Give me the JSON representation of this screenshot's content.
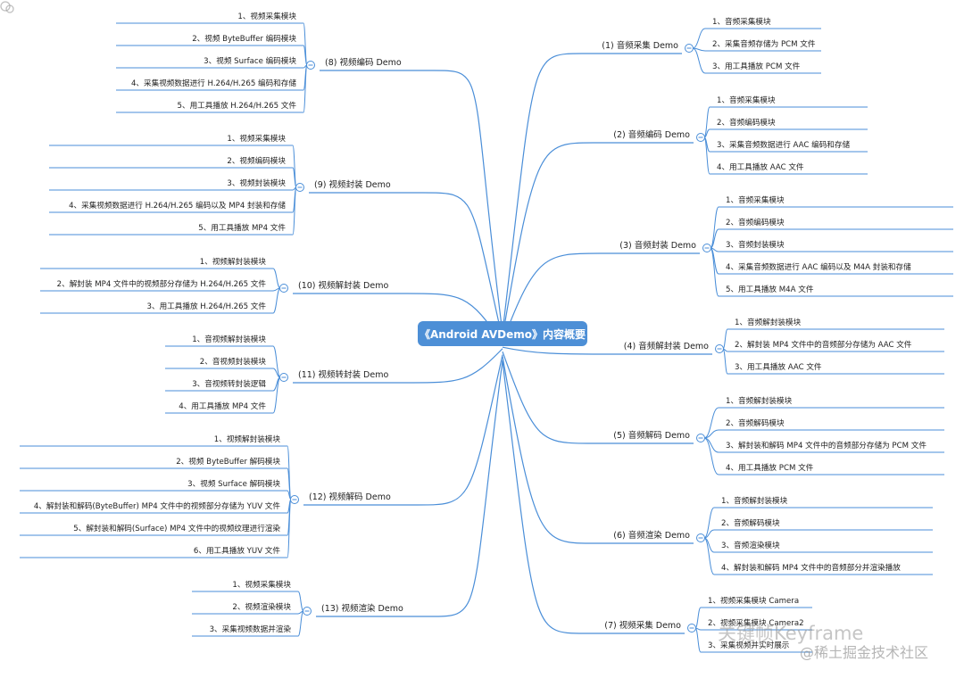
{
  "root": {
    "title": "《Android AVDemo》内容概要"
  },
  "branches": [
    {
      "title": "(1) 音频采集 Demo",
      "side": "right",
      "items": [
        "1、音频采集模块",
        "2、采集音频存储为 PCM 文件",
        "3、用工具播放 PCM 文件"
      ]
    },
    {
      "title": "(2) 音频编码 Demo",
      "side": "right",
      "items": [
        "1、音频采集模块",
        "2、音频编码模块",
        "3、采集音频数据进行 AAC 编码和存储",
        "4、用工具播放 AAC 文件"
      ]
    },
    {
      "title": "(3) 音频封装 Demo",
      "side": "right",
      "items": [
        "1、音频采集模块",
        "2、音频编码模块",
        "3、音频封装模块",
        "4、采集音频数据进行 AAC 编码以及 M4A 封装和存储",
        "5、用工具播放 M4A 文件"
      ]
    },
    {
      "title": "(4) 音频解封装 Demo",
      "side": "right",
      "items": [
        "1、音频解封装模块",
        "2、解封装 MP4 文件中的音频部分存储为 AAC 文件",
        "3、用工具播放 AAC 文件"
      ]
    },
    {
      "title": "(5) 音频解码 Demo",
      "side": "right",
      "items": [
        "1、音频解封装模块",
        "2、音频解码模块",
        "3、解封装和解码 MP4 文件中的音频部分存储为 PCM 文件",
        "4、用工具播放 PCM 文件"
      ]
    },
    {
      "title": "(6) 音频渲染 Demo",
      "side": "right",
      "items": [
        "1、音频解封装模块",
        "2、音频解码模块",
        "3、音频渲染模块",
        "4、解封装和解码 MP4 文件中的音频部分并渲染播放"
      ]
    },
    {
      "title": "(7) 视频采集 Demo",
      "side": "right",
      "items": [
        "1、视频采集模块 Camera",
        "2、视频采集模块 Camera2",
        "3、采集视频并实时展示"
      ]
    },
    {
      "title": "(8) 视频编码 Demo",
      "side": "left",
      "items": [
        "1、视频采集模块",
        "2、视频 ByteBuffer 编码模块",
        "3、视频 Surface 编码模块",
        "4、采集视频数据进行 H.264/H.265 编码和存储",
        "5、用工具播放 H.264/H.265 文件"
      ]
    },
    {
      "title": "(9) 视频封装 Demo",
      "side": "left",
      "items": [
        "1、视频采集模块",
        "2、视频编码模块",
        "3、视频封装模块",
        "4、采集视频数据进行 H.264/H.265 编码以及 MP4 封装和存储",
        "5、用工具播放 MP4 文件"
      ]
    },
    {
      "title": "(10) 视频解封装 Demo",
      "side": "left",
      "items": [
        "1、视频解封装模块",
        "2、解封装 MP4 文件中的视频部分存储为 H.264/H.265 文件",
        "3、用工具播放 H.264/H.265 文件"
      ]
    },
    {
      "title": "(11) 视频转封装 Demo",
      "side": "left",
      "items": [
        "1、音视频解封装模块",
        "2、音视频封装模块",
        "3、音视频转封装逻辑",
        "4、用工具播放 MP4 文件"
      ]
    },
    {
      "title": "(12) 视频解码 Demo",
      "side": "left",
      "items": [
        "1、视频解封装模块",
        "2、视频 ByteBuffer 解码模块",
        "3、视频 Surface 解码模块",
        "4、解封装和解码(ByteBuffer) MP4 文件中的视频部分存储为 YUV 文件",
        "5、解封装和解码(Surface) MP4 文件中的视频纹理进行渲染",
        "6、用工具播放 YUV 文件"
      ]
    },
    {
      "title": "(13) 视频渲染 Demo",
      "side": "left",
      "items": [
        "1、视频采集模块",
        "2、视频渲染模块",
        "3、采集视频数据并渲染"
      ]
    }
  ],
  "watermark": {
    "line1": "关键帧Keyframe",
    "line2": "@稀土掘金技术社区"
  },
  "colors": {
    "line": "#4a8ed8",
    "root_bg": "#4d8fd6",
    "text": "#222222"
  }
}
